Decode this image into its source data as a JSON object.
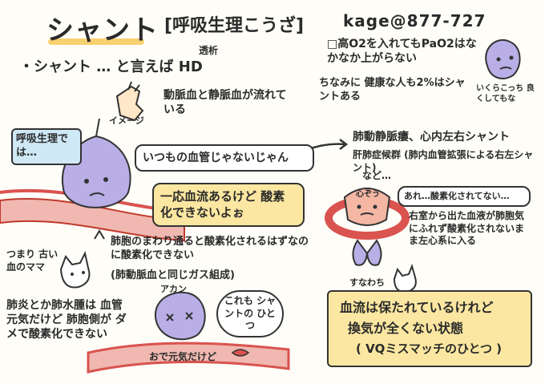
{
  "header": {
    "title": "シャント",
    "subtitle": "[呼吸生理こうざ]",
    "handle": "kage@877-727"
  },
  "left": {
    "shunt_intro": "・シャント … と言えば HD",
    "furigana": "透析",
    "image_label": "イメージ",
    "arteriovenous": "動脈血と静脈血が流れている",
    "respiratory_label": "呼吸生理では…",
    "speech_not_usual": "いつもの血管じゃないじゃん",
    "speech_flow": "一応血流あるけど 酸素化できないよぉ",
    "alveoli_text": "肺胞のまわり通ると酸素化されるはずなのに酸素化できない",
    "same_gas": "(肺動脈血と同じガス組成)",
    "old_blood": "つまり 古い血のママ",
    "pneumonia_text": "肺炎とか肺水腫は 血管元気だけど 肺胞側が ダメで酸素化できない",
    "akan": "アカン",
    "also_shunt": "これも シャントの ひとつ",
    "healthy_but": "おで元気だけど"
  },
  "right": {
    "high_o2": "□高O2を入れてもPaO2はなかなか上がらない",
    "healthy_people": "ちなみに 健康な人も2%はシャントある",
    "bubble_small": "いくらこっち 良くしてもな",
    "avm": "肺動静脈瘻、心内左右シャント",
    "hps": "肝肺症候群 (肺内血管拡張による右左シャント)",
    "etc": "など…",
    "heart_label": "心ぞう",
    "heart_speech": "あれ…酸素化されてない…",
    "rv_text": "右室から出た血液が肺胞気にふれず酸素化されないまま左心系に入る",
    "sunawachi": "すなわち",
    "conclusion_line1": "血流は保たれているけれど",
    "conclusion_line2": "換気が全くない状態",
    "conclusion_line3": "( VQミスマッチのひとつ )"
  },
  "colors": {
    "yellow": "#f8d45c",
    "blue_box": "#cfe8f6",
    "vessel_red": "#d9534f",
    "vessel_pink": "#f0b8b0",
    "cell_purple": "#b9aee6",
    "heart_pink": "#f3b7a4"
  }
}
